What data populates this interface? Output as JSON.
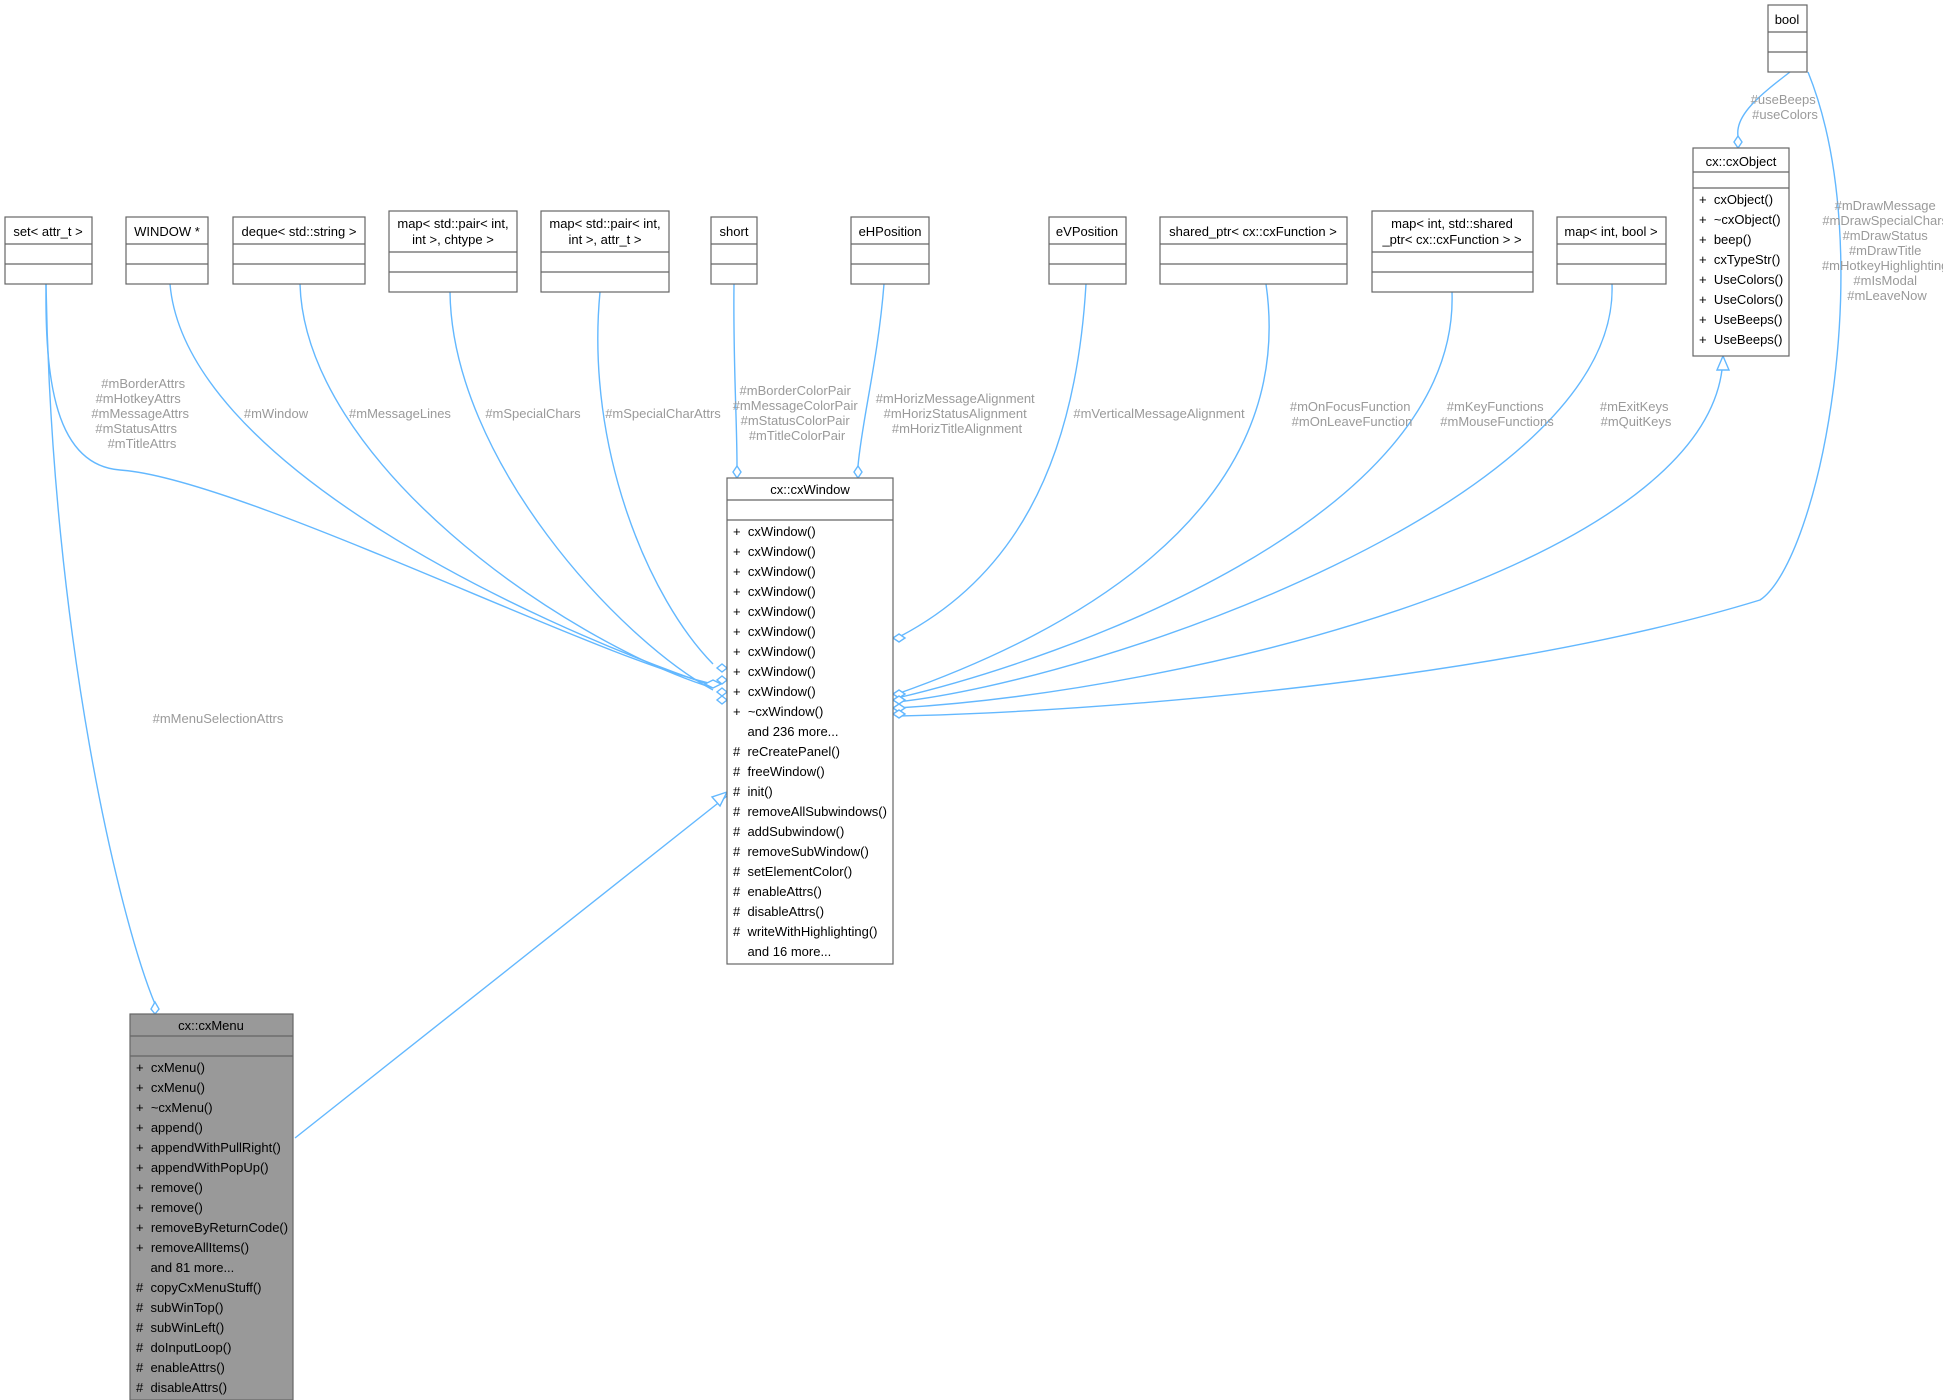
{
  "types": {
    "set_attr": [
      "set< attr_t >"
    ],
    "window_ptr": [
      "WINDOW *"
    ],
    "deque_string": [
      "deque< std::string >"
    ],
    "map_pair_chtype": [
      "map< std::pair< int,",
      "int >, chtype >"
    ],
    "map_pair_attr": [
      "map< std::pair< int,",
      "int >, attr_t >"
    ],
    "short": [
      "short"
    ],
    "ehposition": [
      "eHPosition"
    ],
    "evposition": [
      "eVPosition"
    ],
    "shared_ptr_fn": [
      "shared_ptr< cx::cxFunction >"
    ],
    "map_int_shared": [
      "map< int, std::shared",
      "_ptr< cx::cxFunction > >"
    ],
    "map_int_bool": [
      "map< int, bool >"
    ],
    "bool": [
      "bool"
    ]
  },
  "cxObject": {
    "title": "cx::cxObject",
    "members": [
      "+  cxObject()",
      "+  ~cxObject()",
      "+  beep()",
      "+  cxTypeStr()",
      "+  UseColors()",
      "+  UseColors()",
      "+  UseBeeps()",
      "+  UseBeeps()"
    ]
  },
  "cxWindow": {
    "title": "cx::cxWindow",
    "members": [
      "+  cxWindow()",
      "+  cxWindow()",
      "+  cxWindow()",
      "+  cxWindow()",
      "+  cxWindow()",
      "+  cxWindow()",
      "+  cxWindow()",
      "+  cxWindow()",
      "+  cxWindow()",
      "+  ~cxWindow()",
      "    and 236 more...",
      "#  reCreatePanel()",
      "#  freeWindow()",
      "#  init()",
      "#  removeAllSubwindows()",
      "#  addSubwindow()",
      "#  removeSubWindow()",
      "#  setElementColor()",
      "#  enableAttrs()",
      "#  disableAttrs()",
      "#  writeWithHighlighting()",
      "    and 16 more..."
    ]
  },
  "cxMenu": {
    "title": "cx::cxMenu",
    "members": [
      "+  cxMenu()",
      "+  cxMenu()",
      "+  ~cxMenu()",
      "+  append()",
      "+  appendWithPullRight()",
      "+  appendWithPopUp()",
      "+  remove()",
      "+  remove()",
      "+  removeByReturnCode()",
      "+  removeAllItems()",
      "    and 81 more...",
      "#  copyCxMenuStuff()",
      "#  subWinTop()",
      "#  subWinLeft()",
      "#  doInputLoop()",
      "#  enableAttrs()",
      "#  disableAttrs()"
    ]
  },
  "edge_labels": {
    "set_attr": [
      "#mBorderAttrs",
      "#mHotkeyAttrs",
      "#mMessageAttrs",
      "#mStatusAttrs",
      "#mTitleAttrs"
    ],
    "menu_selection": [
      "#mMenuSelectionAttrs"
    ],
    "window": [
      "#mWindow"
    ],
    "message_lines": [
      "#mMessageLines"
    ],
    "special_chars": [
      "#mSpecialChars"
    ],
    "special_char_attrs": [
      "#mSpecialCharAttrs"
    ],
    "short": [
      "#mBorderColorPair",
      "#mMessageColorPair",
      "#mStatusColorPair",
      "#mTitleColorPair"
    ],
    "ehposition": [
      "#mHorizMessageAlignment",
      "#mHorizStatusAlignment",
      "#mHorizTitleAlignment"
    ],
    "evposition": [
      "#mVerticalMessageAlignment"
    ],
    "focus": [
      "#mOnFocusFunction",
      "#mOnLeaveFunction"
    ],
    "key_functions": [
      "#mKeyFunctions",
      "#mMouseFunctions"
    ],
    "exit_keys": [
      "#mExitKeys",
      "#mQuitKeys"
    ],
    "bool_object": [
      "#useBeeps",
      "#useColors"
    ],
    "bool_window": [
      "#mDrawMessage",
      "#mDrawSpecialChars",
      "#mDrawStatus",
      "#mDrawTitle",
      "#mHotkeyHighlighting",
      "#mIsModal",
      "#mLeaveNow"
    ]
  },
  "colors": {
    "edge": "#63b8ff",
    "box_border": "#666666",
    "highlighted_box": "#999999",
    "edge_label": "#9a9a9a"
  }
}
